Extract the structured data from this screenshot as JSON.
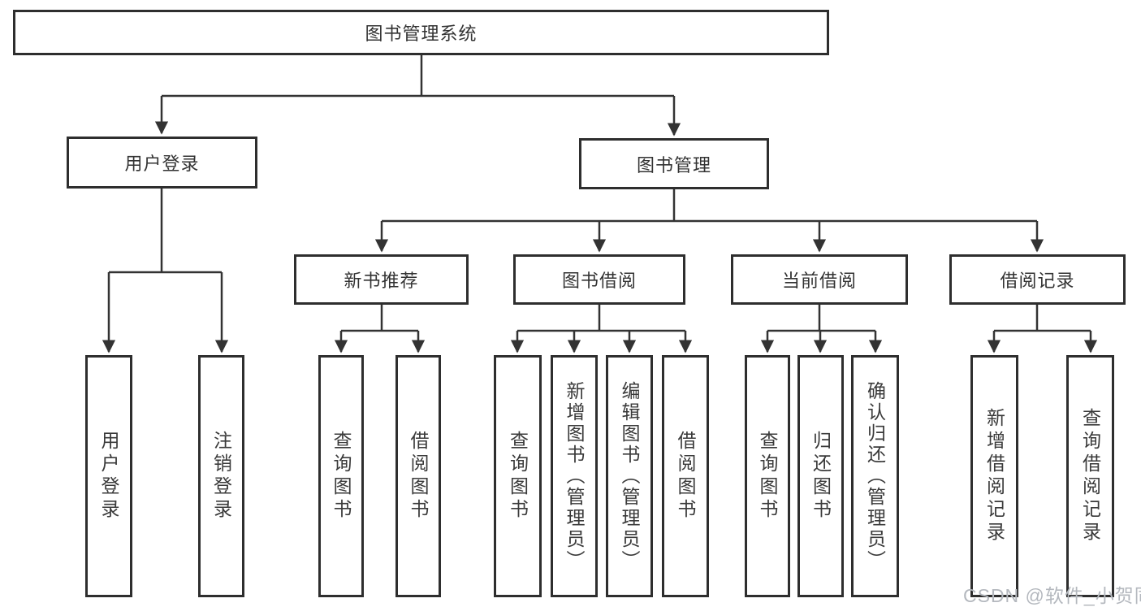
{
  "diagram": {
    "title": "图书管理系统",
    "level2": [
      {
        "label": "用户登录"
      },
      {
        "label": "图书管理"
      }
    ],
    "modules": [
      {
        "label": "新书推荐"
      },
      {
        "label": "图书借阅"
      },
      {
        "label": "当前借阅"
      },
      {
        "label": "借阅记录"
      }
    ],
    "leaves": [
      {
        "label": "用户登录"
      },
      {
        "label": "注销登录"
      },
      {
        "label": "查询图书"
      },
      {
        "label": "借阅图书"
      },
      {
        "label": "查询图书"
      },
      {
        "label": "新增图书（管理员）"
      },
      {
        "label": "编辑图书（管理员）"
      },
      {
        "label": "借阅图书"
      },
      {
        "label": "查询图书"
      },
      {
        "label": "归还图书"
      },
      {
        "label": "确认归还（管理员）"
      },
      {
        "label": "新增借阅记录"
      },
      {
        "label": "查询借阅记录"
      }
    ]
  },
  "watermark": {
    "text": "CSDN @软件_小贺同学"
  },
  "colors": {
    "line": "#333333",
    "box_border": "#2e2e2e",
    "text": "#333333",
    "watermark": "#b4b8be",
    "background": "#ffffff"
  }
}
